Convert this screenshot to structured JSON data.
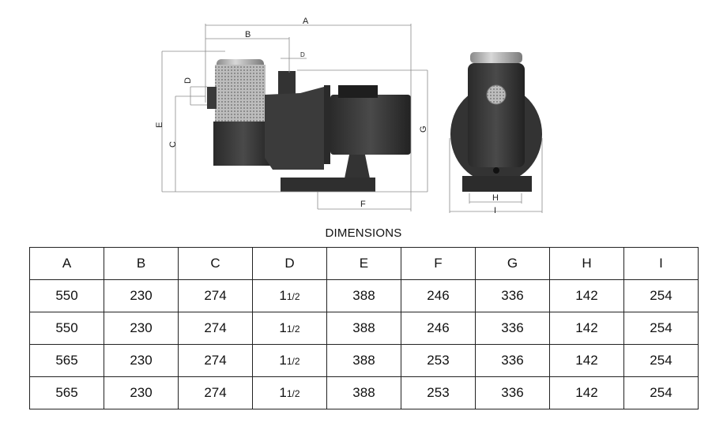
{
  "drawing": {
    "dimension_labels": {
      "A": "A",
      "B": "B",
      "C": "C",
      "D": "D",
      "E": "E",
      "F": "F",
      "G": "G",
      "H": "H",
      "I": "I"
    }
  },
  "table": {
    "title": "DIMENSIONS",
    "headers": [
      "A",
      "B",
      "C",
      "D",
      "E",
      "F",
      "G",
      "H",
      "I"
    ],
    "rows": [
      {
        "A": "550",
        "B": "230",
        "C": "274",
        "D_whole": "1",
        "D_frac": "1/2",
        "E": "388",
        "F": "246",
        "G": "336",
        "H": "142",
        "I": "254"
      },
      {
        "A": "550",
        "B": "230",
        "C": "274",
        "D_whole": "1",
        "D_frac": "1/2",
        "E": "388",
        "F": "246",
        "G": "336",
        "H": "142",
        "I": "254"
      },
      {
        "A": "565",
        "B": "230",
        "C": "274",
        "D_whole": "1",
        "D_frac": "1/2",
        "E": "388",
        "F": "253",
        "G": "336",
        "H": "142",
        "I": "254"
      },
      {
        "A": "565",
        "B": "230",
        "C": "274",
        "D_whole": "1",
        "D_frac": "1/2",
        "E": "388",
        "F": "253",
        "G": "336",
        "H": "142",
        "I": "254"
      }
    ]
  }
}
